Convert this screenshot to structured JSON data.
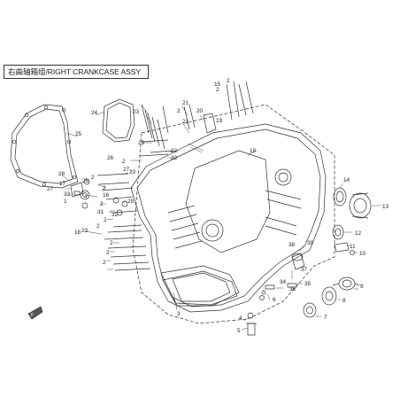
{
  "title": "右曲轴箱组/RIGHT CRANKCASE ASSY",
  "part_callouts": [
    "2",
    "15",
    "2",
    "25",
    "24",
    "23",
    "21",
    "20",
    "2",
    "19",
    "21",
    "22",
    "22",
    "18",
    "23",
    "23",
    "26",
    "2",
    "27",
    "28",
    "17",
    "16",
    "2",
    "27",
    "2",
    "33",
    "1",
    "28",
    "2",
    "31",
    "32",
    "29",
    "2",
    "23",
    "2",
    "18",
    "2",
    "2",
    "2",
    "14",
    "13",
    "12",
    "11",
    "10",
    "39",
    "35",
    "38",
    "37",
    "36",
    "9",
    "34",
    "8",
    "6",
    "7",
    "4",
    "5",
    "3"
  ],
  "flag_label": "F"
}
